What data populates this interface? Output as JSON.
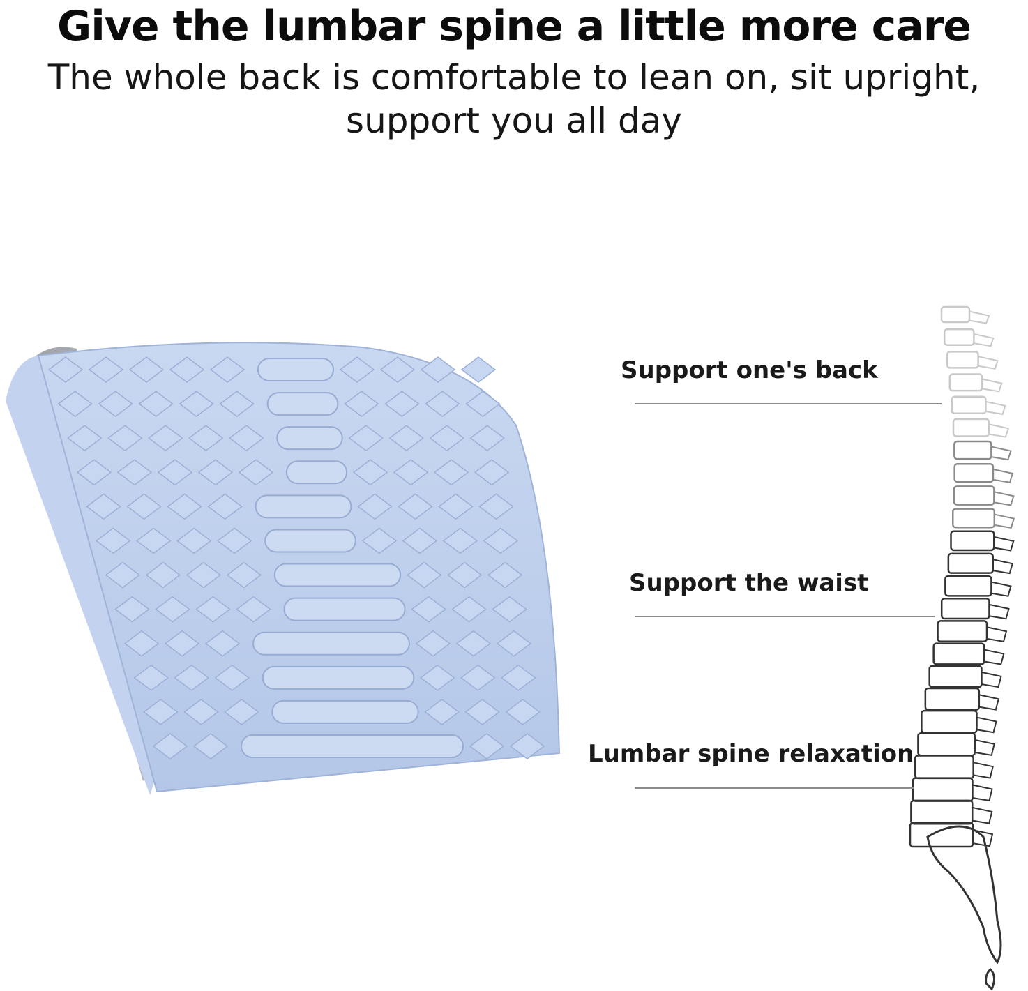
{
  "headline": "Give the lumbar spine a little more care",
  "subtitle_lines": [
    "The whole back is comfortable to lean on, sit upright,",
    "support you all day"
  ],
  "callouts": [
    {
      "label": "Support one's back"
    },
    {
      "label": "Support the waist"
    },
    {
      "label": "Lumbar spine relaxation"
    }
  ],
  "colors": {
    "product_blue": "#b9cbea",
    "product_shadow": "#8f9fbf",
    "product_side": "#a3a5aa",
    "spine_outline": "#333333",
    "callout_line": "#8a8a8a"
  }
}
